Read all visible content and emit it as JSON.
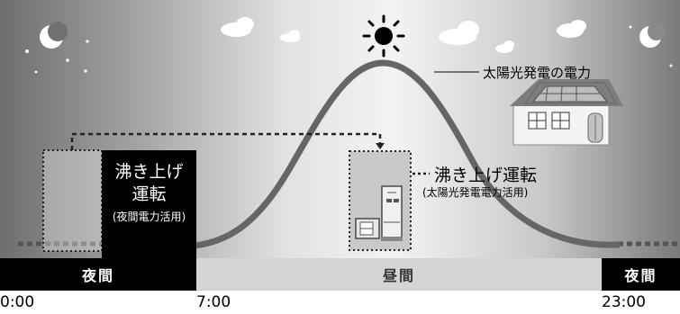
{
  "diagram": {
    "solar_curve_label": "太陽光発電の電力",
    "night_boiling": {
      "title_line1": "沸き上げ",
      "title_line2": "運転",
      "note": "(夜間電力活用)"
    },
    "day_boiling": {
      "title": "沸き上げ運転",
      "note": "(太陽光発電電力活用)"
    }
  },
  "timeline": {
    "segments": [
      {
        "label": "夜間",
        "kind": "night"
      },
      {
        "label": "昼間",
        "kind": "day"
      },
      {
        "label": "夜間",
        "kind": "night"
      }
    ],
    "times": [
      "0:00",
      "7:00",
      "23:00"
    ]
  },
  "colors": {
    "night_bar": "#000000",
    "day_bar": "#d4d4d4",
    "curve": "#666666",
    "sky_dark": "#6e6e6e",
    "sky_light": "#f2f2f2"
  },
  "icons": [
    "moon-icon",
    "star-icon",
    "sun-icon",
    "cloud-icon",
    "house-icon",
    "solar-panel-icon",
    "water-heater-icon"
  ]
}
